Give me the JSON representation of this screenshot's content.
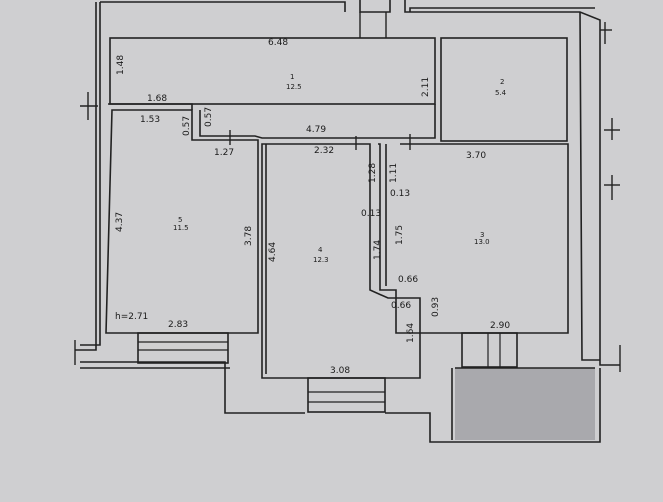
{
  "rooms": [
    {
      "number": "1",
      "area": "12.5"
    },
    {
      "number": "2",
      "area": "5.4"
    },
    {
      "number": "3",
      "area": "13.0"
    },
    {
      "number": "4",
      "area": "12.3"
    },
    {
      "number": "5",
      "area": "11.5"
    }
  ],
  "dimensions": {
    "room1_width": "6.48",
    "room1_height": "1.48",
    "room1_right": "2.11",
    "corridor_left": "1.68",
    "corridor_mid": "4.79",
    "room5_top": "1.53",
    "notch_a": "0.57",
    "notch_b": "0.57",
    "notch_c": "1.27",
    "room4_top": "2.32",
    "wall_a": "1.28",
    "wall_b": "1.11",
    "room3_top": "3.70",
    "wall_c": "0.13",
    "wall_d": "0.13",
    "room5_left": "4.37",
    "room5_right": "3.78",
    "room4_left": "4.64",
    "room4_mid": "1.74",
    "room3_left": "1.75",
    "step_a": "0.66",
    "step_b": "0.66",
    "step_c": "0.93",
    "room4_bottom_right": "1.64",
    "room5_bottom": "2.83",
    "room4_bottom": "3.08",
    "room3_bottom": "2.90",
    "ceiling_height": "h=2.71"
  }
}
